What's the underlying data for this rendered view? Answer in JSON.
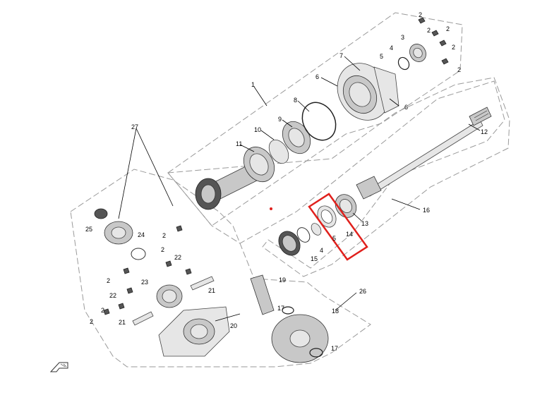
{
  "diagram": {
    "callouts": [
      {
        "id": "c1",
        "text": "1"
      },
      {
        "id": "c2a",
        "text": "2"
      },
      {
        "id": "c2b",
        "text": "2"
      },
      {
        "id": "c2c",
        "text": "2"
      },
      {
        "id": "c2d",
        "text": "2"
      },
      {
        "id": "c2e",
        "text": "2"
      },
      {
        "id": "c2f",
        "text": "2"
      },
      {
        "id": "c2g",
        "text": "2"
      },
      {
        "id": "c2h",
        "text": "2"
      },
      {
        "id": "c2i",
        "text": "2"
      },
      {
        "id": "c2j",
        "text": "2"
      },
      {
        "id": "c3",
        "text": "3"
      },
      {
        "id": "c4a",
        "text": "4"
      },
      {
        "id": "c4b",
        "text": "4"
      },
      {
        "id": "c5a",
        "text": "5"
      },
      {
        "id": "c5b",
        "text": "5"
      },
      {
        "id": "c6a",
        "text": "6"
      },
      {
        "id": "c6b",
        "text": "6"
      },
      {
        "id": "c7",
        "text": "7"
      },
      {
        "id": "c8",
        "text": "8"
      },
      {
        "id": "c9",
        "text": "9"
      },
      {
        "id": "c10",
        "text": "10"
      },
      {
        "id": "c11",
        "text": "11"
      },
      {
        "id": "c12",
        "text": "12"
      },
      {
        "id": "c13",
        "text": "13"
      },
      {
        "id": "c14",
        "text": "14"
      },
      {
        "id": "c15",
        "text": "15"
      },
      {
        "id": "c16",
        "text": "16"
      },
      {
        "id": "c17a",
        "text": "17"
      },
      {
        "id": "c17b",
        "text": "17"
      },
      {
        "id": "c18",
        "text": "18"
      },
      {
        "id": "c19",
        "text": "19"
      },
      {
        "id": "c20",
        "text": "20"
      },
      {
        "id": "c21a",
        "text": "21"
      },
      {
        "id": "c21b",
        "text": "21"
      },
      {
        "id": "c22a",
        "text": "22"
      },
      {
        "id": "c22b",
        "text": "22"
      },
      {
        "id": "c23",
        "text": "23"
      },
      {
        "id": "c24",
        "text": "24"
      },
      {
        "id": "c25",
        "text": "25"
      },
      {
        "id": "c26",
        "text": "26"
      },
      {
        "id": "c27",
        "text": "27"
      }
    ],
    "highlight_color": "#e0201c",
    "accent_marker_color": "#e0201c",
    "front_icon": "front-arrow-icon"
  }
}
